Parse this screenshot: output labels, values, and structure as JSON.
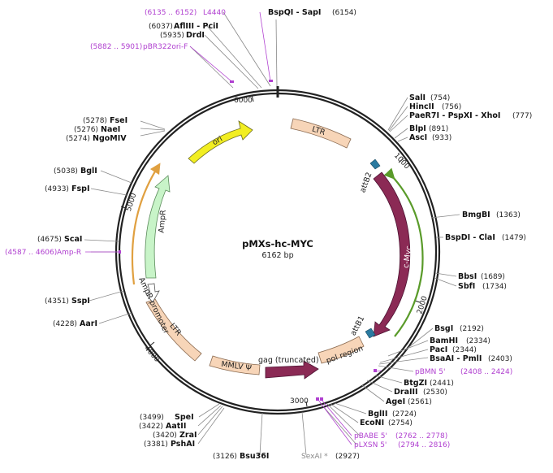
{
  "map": {
    "name": "pMXs-hc-MYC",
    "length": "6162 bp",
    "ticks": [
      "6000",
      "1000",
      "2000",
      "3000",
      "4000",
      "5000"
    ],
    "features": {
      "ori": "ori",
      "ltr_top": "LTR",
      "attb2": "attB2",
      "cmyc": "c-Myc",
      "attb1": "attB1",
      "pol_region": "pol region",
      "gag": "gag (truncated)",
      "mmlv": "MMLV Ψ",
      "ltr_bottom": "LTR",
      "ampr_promoter": "AmpR promoter",
      "ampr": "AmpR"
    }
  },
  "labels": {
    "l4440": {
      "pos": "(6135 .. 6152)",
      "name": "L4440"
    },
    "bspqi": {
      "name": "BspQI - SapI",
      "pos": "(6154)"
    },
    "aflIII": {
      "pos": "(6037)",
      "name": "AflIII - PciI"
    },
    "drdi": {
      "pos": "(5935)",
      "name": "DrdI"
    },
    "pbr322": {
      "pos": "(5882 .. 5901)",
      "name": "pBR322ori-F"
    },
    "fsei": {
      "pos": "(5278)",
      "name": "FseI"
    },
    "naei": {
      "pos": "(5276)",
      "name": "NaeI"
    },
    "ngomiv": {
      "pos": "(5274)",
      "name": "NgoMIV"
    },
    "bgli": {
      "pos": "(5038)",
      "name": "BglI"
    },
    "fspi": {
      "pos": "(4933)",
      "name": "FspI"
    },
    "scai": {
      "pos": "(4675)",
      "name": "ScaI"
    },
    "ampr": {
      "pos": "(4587 .. 4606)",
      "name": "Amp-R"
    },
    "sspi": {
      "pos": "(4351)",
      "name": "SspI"
    },
    "aari": {
      "pos": "(4228)",
      "name": "AarI"
    },
    "sali": {
      "name": "SalI",
      "pos": "(754)"
    },
    "hincii": {
      "name": "HincII",
      "pos": "(756)"
    },
    "paer7i": {
      "name": "PaeR7I - PspXI - XhoI",
      "pos": "(777)"
    },
    "blpi": {
      "name": "BlpI",
      "pos": "(891)"
    },
    "asci": {
      "name": "AscI",
      "pos": "(933)"
    },
    "bmgbi": {
      "name": "BmgBI",
      "pos": "(1363)"
    },
    "bspdi": {
      "name": "BspDI - ClaI",
      "pos": "(1479)"
    },
    "bbsi": {
      "name": "BbsI",
      "pos": "(1689)"
    },
    "sbfi": {
      "name": "SbfI",
      "pos": "(1734)"
    },
    "bsgi": {
      "name": "BsgI",
      "pos": "(2192)"
    },
    "bamhi": {
      "name": "BamHI",
      "pos": "(2334)"
    },
    "paci": {
      "name": "PacI",
      "pos": "(2344)"
    },
    "bsaai": {
      "name": "BsaAI - PmlI",
      "pos": "(2403)"
    },
    "pbmn": {
      "name": "pBMN 5'",
      "pos": "(2408 .. 2424)"
    },
    "btgzi": {
      "name": "BtgZI",
      "pos": "(2441)"
    },
    "draiii": {
      "name": "DraIII",
      "pos": "(2530)"
    },
    "agei": {
      "name": "AgeI",
      "pos": "(2561)"
    },
    "bglii": {
      "name": "BglII",
      "pos": "(2724)"
    },
    "econi": {
      "name": "EcoNI",
      "pos": "(2754)"
    },
    "pbabe": {
      "name": "pBABE 5'",
      "pos": "(2762 .. 2778)"
    },
    "plxsn": {
      "name": "pLXSN 5'",
      "pos": "(2794 .. 2816)"
    },
    "sexai": {
      "name": "SexAI *",
      "pos": "(2927)"
    },
    "bsu36i": {
      "pos": "(3126)",
      "name": "Bsu36I"
    },
    "spei": {
      "pos": "(3499)",
      "name": "SpeI"
    },
    "aatii": {
      "pos": "(3422)",
      "name": "AatII"
    },
    "zrai": {
      "pos": "(3420)",
      "name": "ZraI"
    },
    "pshai": {
      "pos": "(3381)",
      "name": "PshAI"
    }
  }
}
